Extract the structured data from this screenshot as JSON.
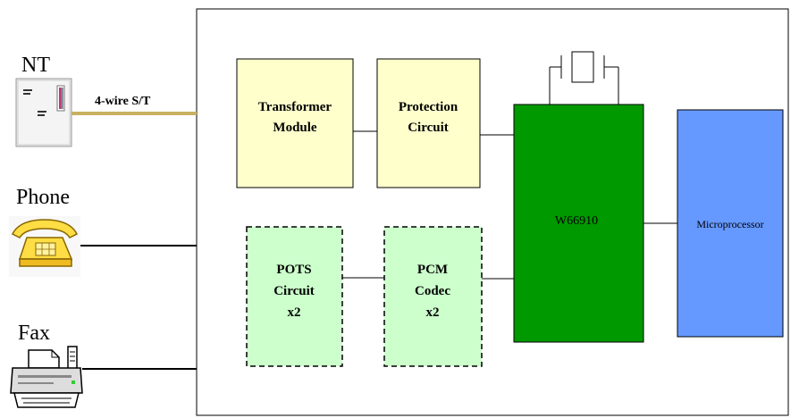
{
  "devices": {
    "nt": {
      "label": "NT",
      "icon": "nt-terminal-icon"
    },
    "phone": {
      "label": "Phone",
      "icon": "telephone-icon"
    },
    "fax": {
      "label": "Fax",
      "icon": "fax-machine-icon"
    }
  },
  "wire_label": "4-wire S/T",
  "blocks": {
    "transformer": {
      "line1": "Transformer",
      "line2": "Module"
    },
    "protection": {
      "line1": "Protection",
      "line2": "Circuit"
    },
    "pots": {
      "line1": "POTS",
      "line2": "Circuit",
      "line3": "x2"
    },
    "pcm": {
      "line1": "PCM",
      "line2": "Codec",
      "line3": "x2"
    },
    "chip": {
      "label": "W66910"
    },
    "micro": {
      "label": "Microprocessor"
    }
  },
  "colors": {
    "yellow_block": "#ffffcc",
    "green_light_block": "#ccffcc",
    "chip_green": "#009900",
    "micro_blue": "#6699ff",
    "st_wire": "#c8b060"
  }
}
